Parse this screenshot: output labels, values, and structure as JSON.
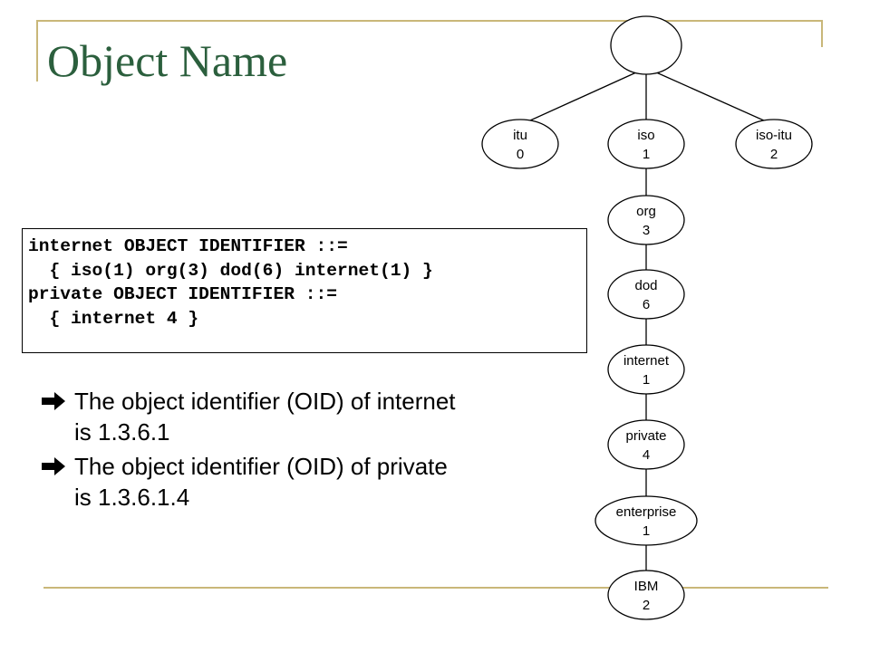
{
  "title": "Object Name",
  "code_lines": [
    "internet OBJECT IDENTIFIER ::=",
    "  { iso(1) org(3) dod(6) internet(1) }",
    "private OBJECT IDENTIFIER ::=",
    "  { internet 4 }"
  ],
  "bullets": [
    {
      "icon": "right-arrow-icon",
      "line1": "The object identifier (OID) of internet",
      "line2": "is 1.3.6.1"
    },
    {
      "icon": "right-arrow-icon",
      "line1": "The object identifier (OID) of private",
      "line2": "is 1.3.6.1.4"
    }
  ],
  "tree": {
    "root": {
      "name": "",
      "number": ""
    },
    "nodes": [
      {
        "id": "itu",
        "name": "itu",
        "number": "0"
      },
      {
        "id": "iso",
        "name": "iso",
        "number": "1"
      },
      {
        "id": "iso-itu",
        "name": "iso-itu",
        "number": "2"
      },
      {
        "id": "org",
        "name": "org",
        "number": "3"
      },
      {
        "id": "dod",
        "name": "dod",
        "number": "6"
      },
      {
        "id": "internet",
        "name": "internet",
        "number": "1"
      },
      {
        "id": "private",
        "name": "private",
        "number": "4"
      },
      {
        "id": "enterprise",
        "name": "enterprise",
        "number": "1"
      },
      {
        "id": "ibm",
        "name": "IBM",
        "number": "2"
      }
    ]
  },
  "colors": {
    "title": "#2b5f3d",
    "rule": "#c9b779",
    "line": "#000000"
  }
}
